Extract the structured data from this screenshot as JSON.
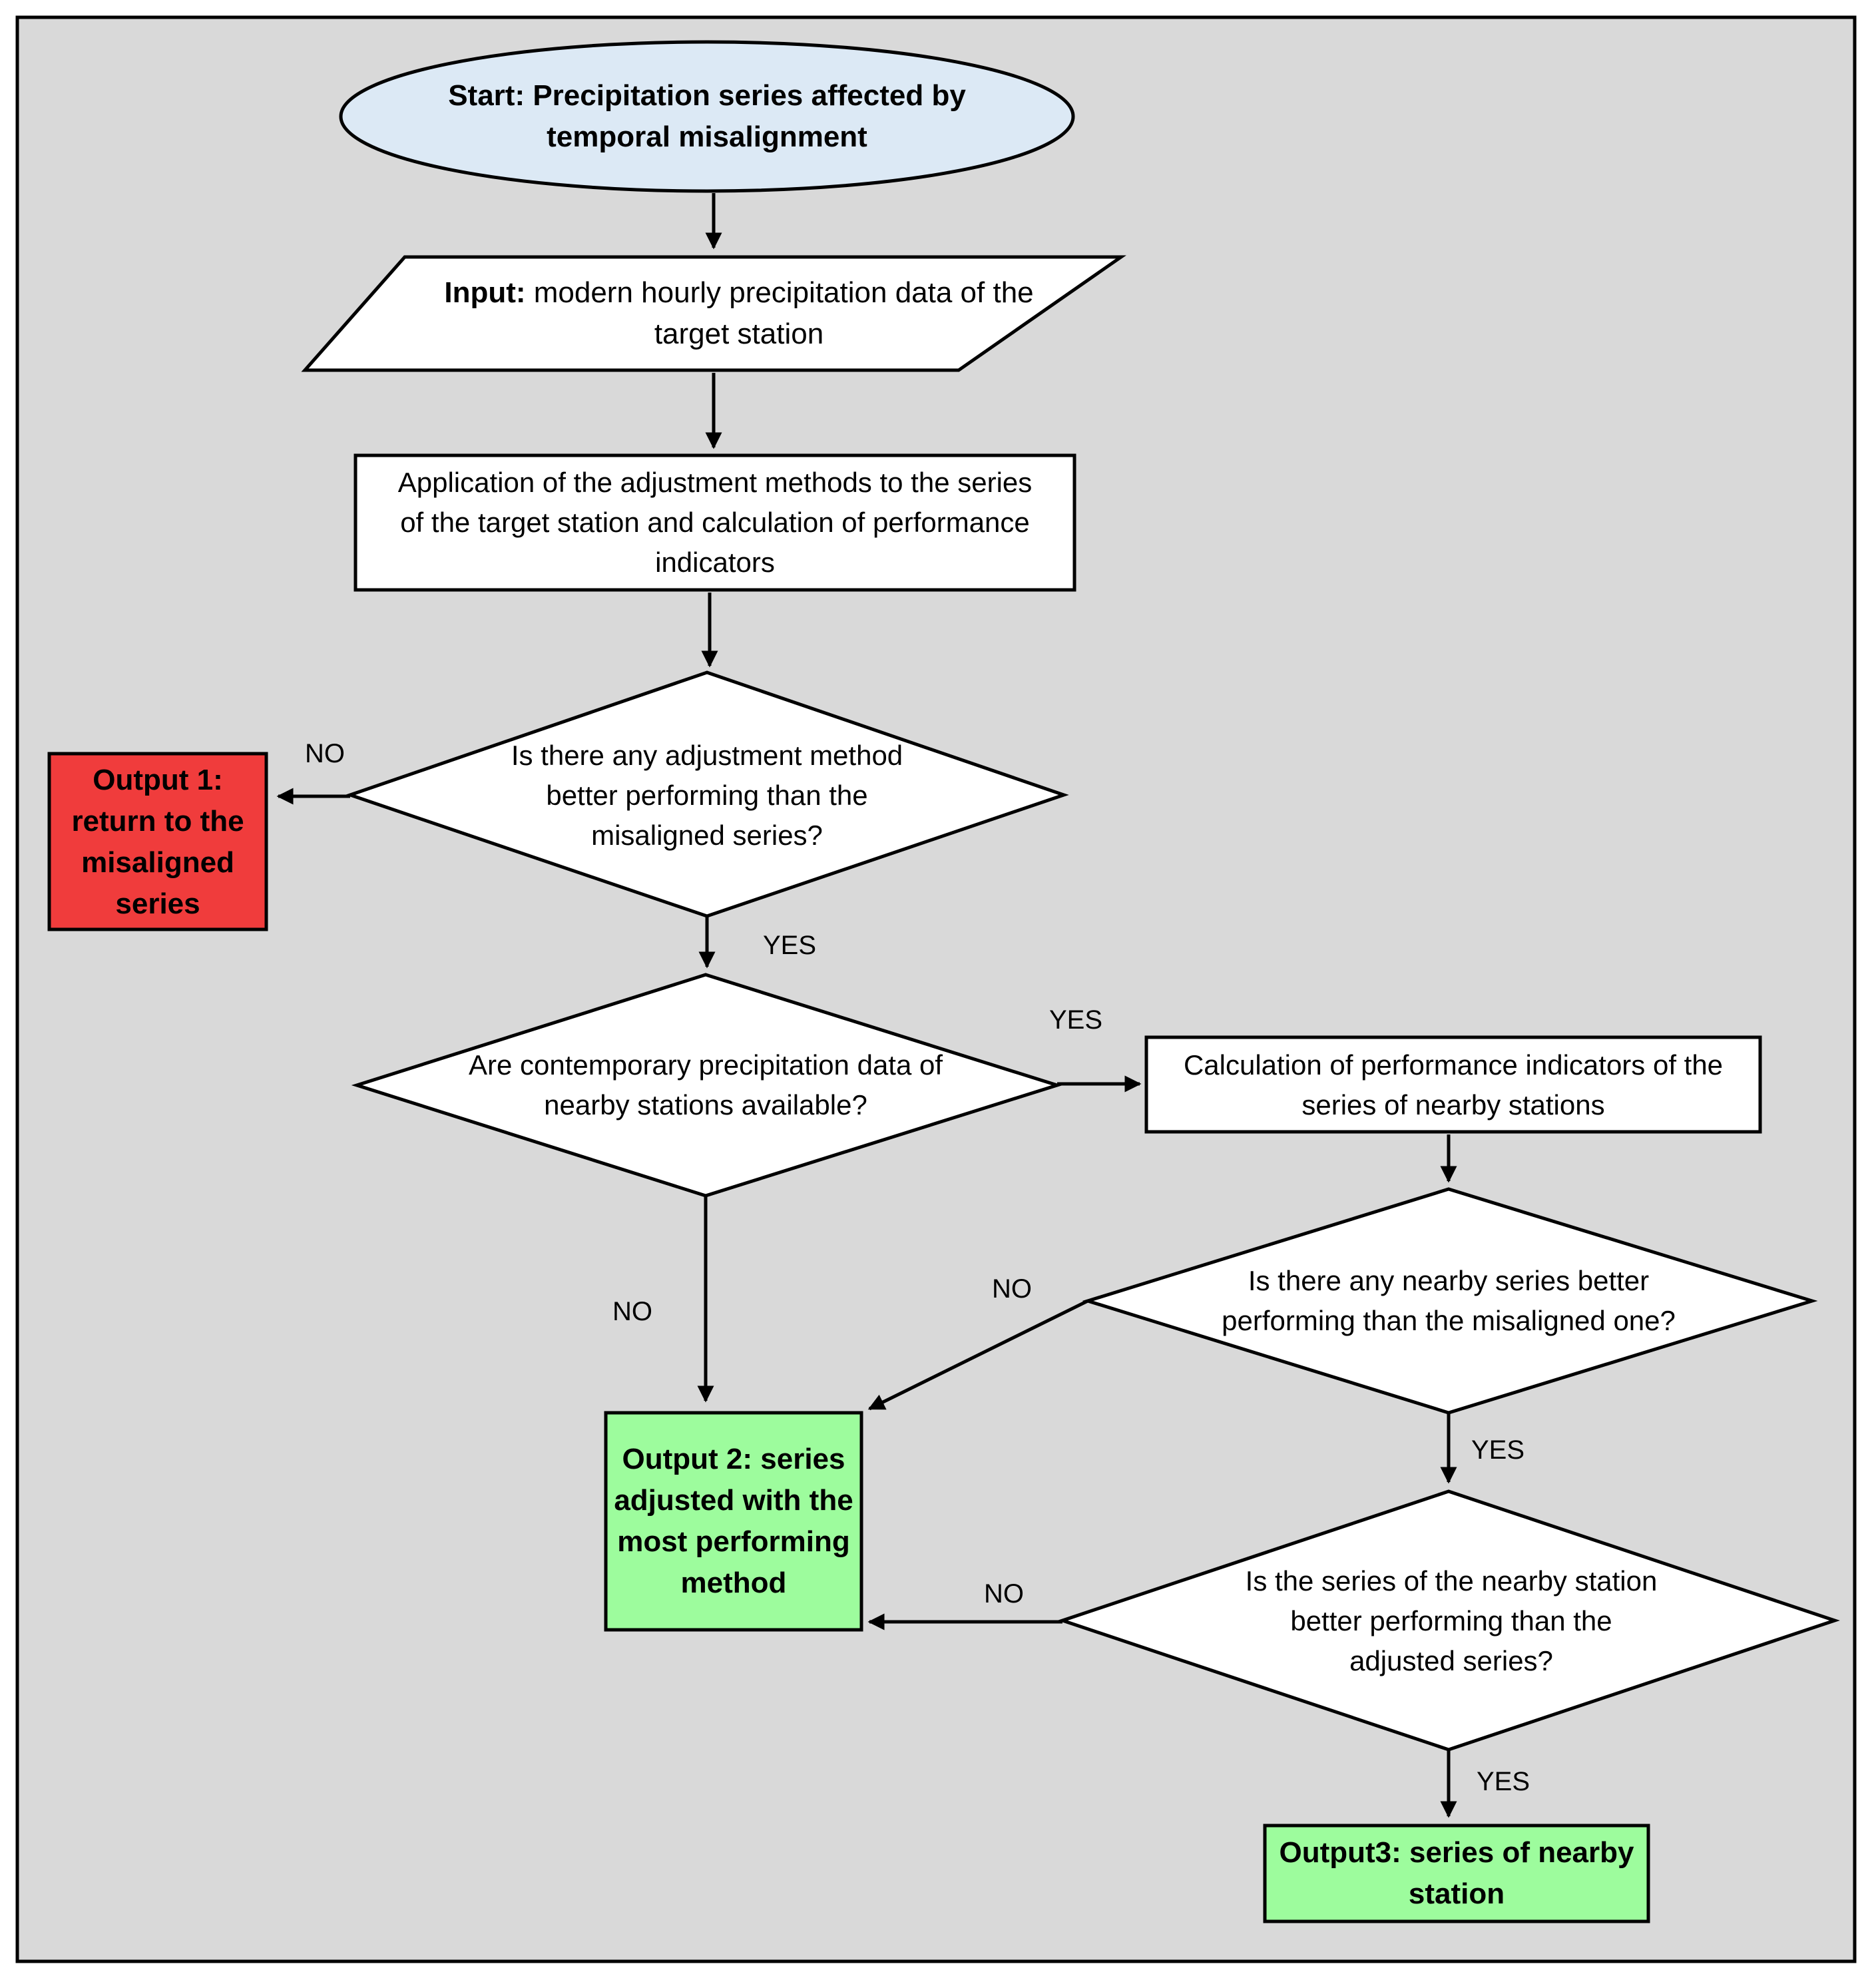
{
  "colors": {
    "background_panel": "#d9d9d9",
    "panel_border": "#000000",
    "start_fill": "#dce9f5",
    "shape_fill": "#ffffff",
    "output1_fill": "#f03c3c",
    "output_green_fill": "#9dfc9d",
    "line": "#000000"
  },
  "nodes": {
    "start": {
      "label": "Start: Precipitation series affected by temporal misalignment"
    },
    "input": {
      "label_bold": "Input:",
      "label_rest": " modern hourly precipitation data of the target station"
    },
    "application": {
      "label": "Application of the adjustment methods to the series of the target station and calculation of performance indicators"
    },
    "decision1": {
      "label": "Is there any adjustment method better performing than the misaligned series?"
    },
    "output1": {
      "label": "Output 1: return to the misaligned series"
    },
    "decision2": {
      "label": "Are contemporary precipitation data of nearby stations available?"
    },
    "calculation": {
      "label": "Calculation of performance indicators of the series of nearby stations"
    },
    "decision3": {
      "label": "Is there any nearby series better performing than the misaligned one?"
    },
    "output2": {
      "label": "Output 2: series adjusted with the most performing method"
    },
    "decision4": {
      "label": "Is the series of the nearby station better performing than the adjusted series?"
    },
    "output3": {
      "label": "Output3: series of nearby station"
    }
  },
  "edges": {
    "d1_no": "NO",
    "d1_yes": "YES",
    "d2_yes": "YES",
    "d2_no": "NO",
    "d3_no": "NO",
    "d3_yes": "YES",
    "d4_no": "NO",
    "d4_yes": "YES"
  }
}
